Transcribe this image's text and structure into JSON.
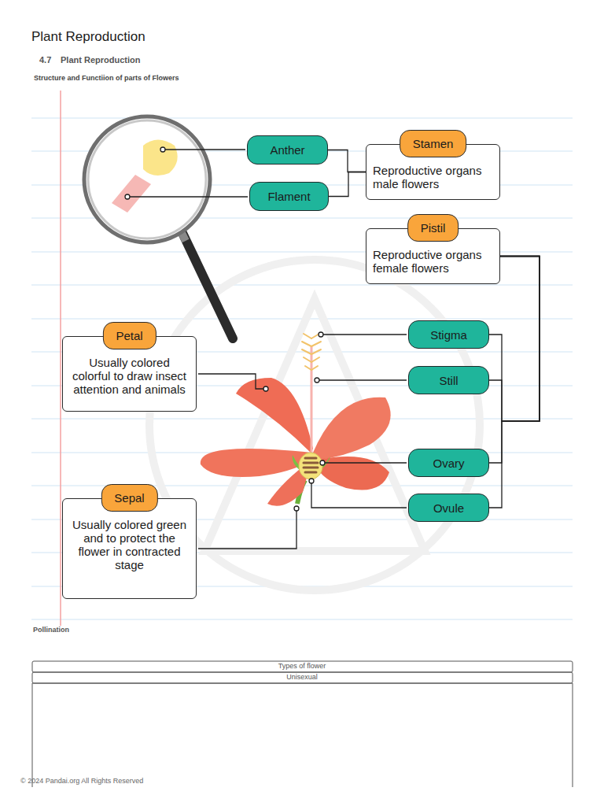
{
  "diagram": {
    "title": "Plant Reproduction",
    "nodes": [
      {
        "text": [
          "Anther"
        ]
      },
      {
        "text": [
          "Stamen",
          "Reproductive organs male flowers"
        ]
      },
      {
        "text": [
          "Flament"
        ]
      },
      {
        "text": [
          "Pistil",
          "Reproductive organs female flowers"
        ]
      },
      {
        "text": [
          "Stigma"
        ]
      },
      {
        "text": [
          "Petal",
          "Usually colored colorful to draw insect attention and animals"
        ]
      },
      {
        "text": [
          "Still"
        ]
      },
      {
        "text": [
          "Ovary"
        ]
      },
      {
        "text": [
          "Sepal",
          "Usually colored green and to protect the flower in contracted stage"
        ]
      },
      {
        "text": [
          "Ovule"
        ]
      }
    ],
    "edges": [
      {
        "from": 0,
        "to": 1,
        "arrow": "none"
      },
      {
        "from": 2,
        "to": 1,
        "arrow": "none"
      },
      {
        "from": 4,
        "to": 3,
        "arrow": "none"
      },
      {
        "from": 6,
        "to": 3,
        "arrow": "none"
      },
      {
        "from": 7,
        "to": 3,
        "arrow": "none"
      },
      {
        "from": 9,
        "to": 3,
        "arrow": "none"
      }
    ],
    "labels": [
      "4.7",
      "Plant Reproduction",
      "Structure and Functiion of parts of Flowers",
      "Pollination",
      "Types of flower",
      "Unisexual",
      "© 2024 Pandai.org All Rights Reserved"
    ]
  }
}
